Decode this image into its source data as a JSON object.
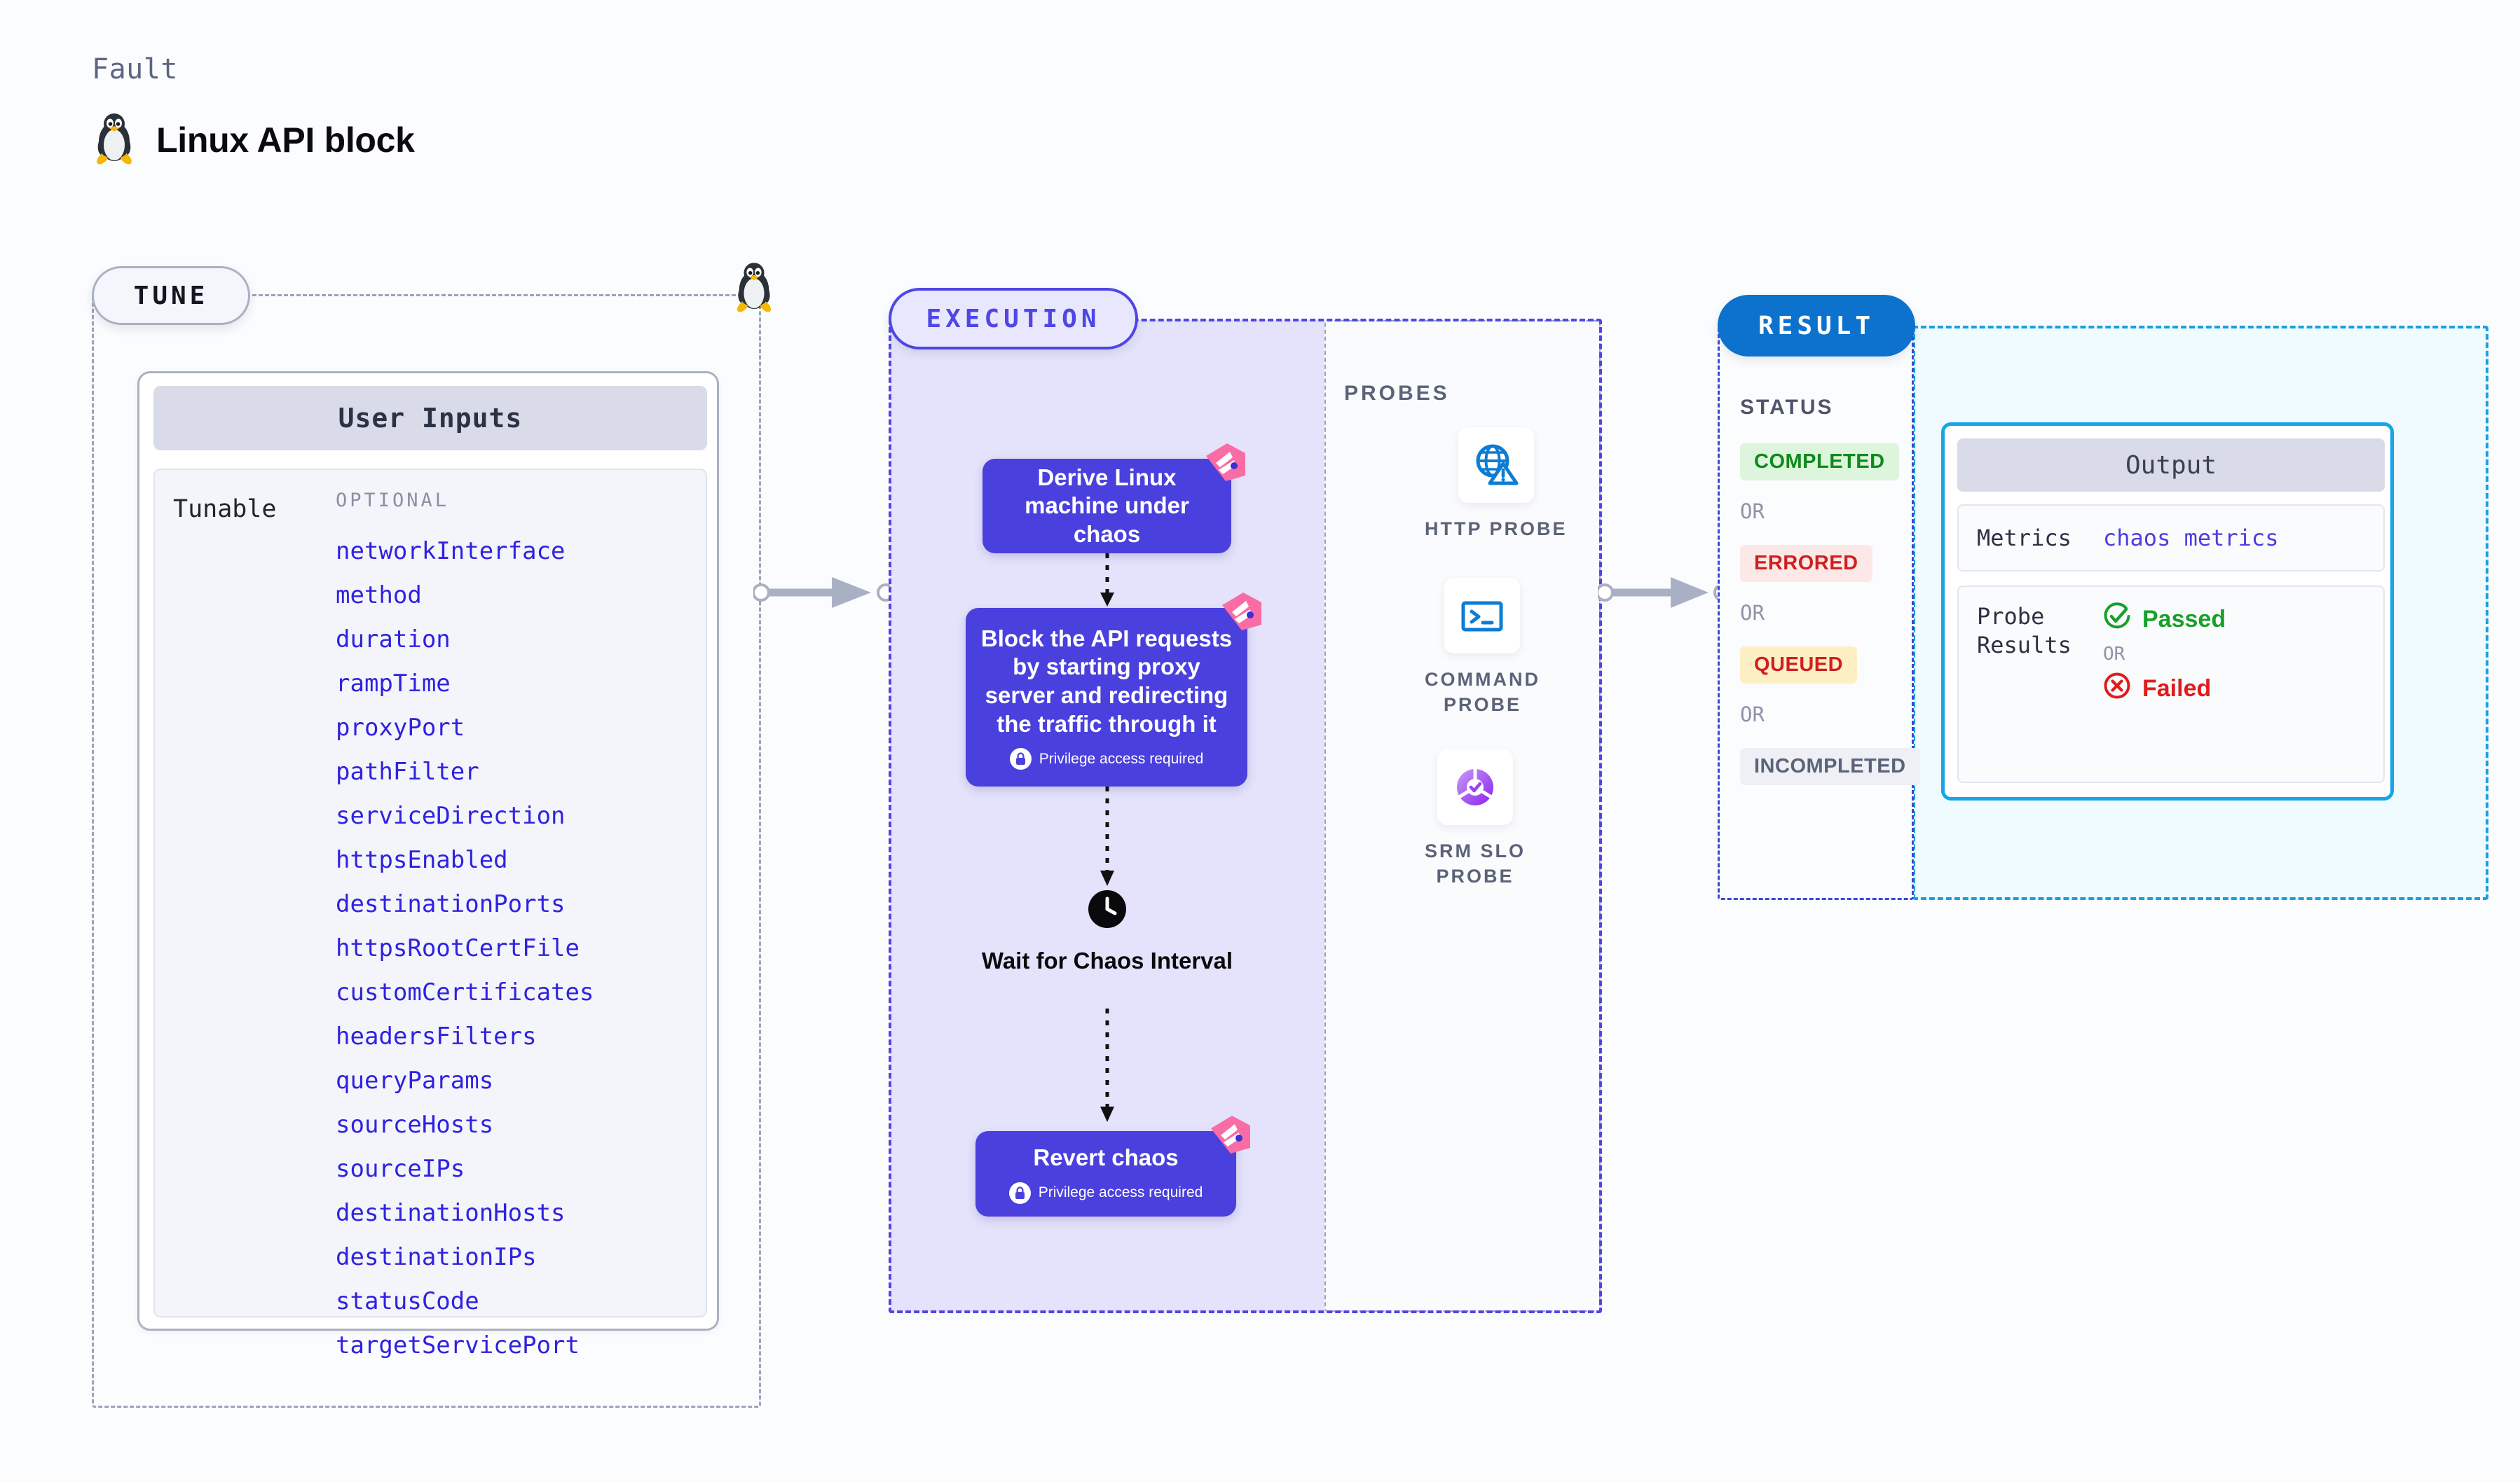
{
  "header": {
    "kicker": "Fault",
    "title": "Linux API block",
    "icon": "linux-penguin-icon"
  },
  "tune": {
    "badge": "TUNE",
    "card_title": "User Inputs",
    "tunable_label": "Tunable",
    "optional_label": "OPTIONAL",
    "params": [
      "networkInterface",
      "method",
      "duration",
      "rampTime",
      "proxyPort",
      "pathFilter",
      "serviceDirection",
      "httpsEnabled",
      "destinationPorts",
      "httpsRootCertFile",
      "customCertificates",
      "headersFilters",
      "queryParams",
      "sourceHosts",
      "sourceIPs",
      "destinationHosts",
      "destinationIPs",
      "statusCode",
      "targetServicePort"
    ]
  },
  "execution": {
    "badge": "EXECUTION",
    "nodes": [
      {
        "label": "Derive Linux machine under chaos",
        "privilege": null,
        "ribbon": true
      },
      {
        "label": "Block the API requests by starting proxy server and redirecting the traffic through it",
        "privilege": "Privilege access required",
        "ribbon": true
      },
      {
        "label": "Revert chaos",
        "privilege": "Privilege access required",
        "ribbon": true
      }
    ],
    "wait_node": {
      "label": "Wait for Chaos Interval",
      "icon": "clock-icon"
    },
    "probes_title": "PROBES",
    "probes": [
      {
        "caption": "HTTP PROBE",
        "icon": "globe-warning-icon"
      },
      {
        "caption": "COMMAND\nPROBE",
        "icon": "terminal-icon"
      },
      {
        "caption": "SRM SLO\nPROBE",
        "icon": "slo-donut-check-icon"
      }
    ]
  },
  "result": {
    "badge": "RESULT",
    "status_title": "STATUS",
    "or_label": "OR",
    "statuses": [
      {
        "label": "COMPLETED",
        "bg": "#dcf5dc",
        "fg": "#0f8a1c"
      },
      {
        "label": "ERRORED",
        "bg": "#fde8e8",
        "fg": "#cf2020"
      },
      {
        "label": "QUEUED",
        "bg": "#fdeec4",
        "fg": "#cf2020"
      },
      {
        "label": "INCOMPLETED",
        "bg": "#eef0f6",
        "fg": "#5b6379"
      }
    ],
    "output": {
      "title": "Output",
      "metrics_key": "Metrics",
      "metrics_value": "chaos metrics",
      "probe_key": "Probe\nResults",
      "passed": "Passed",
      "failed": "Failed",
      "or_label": "OR"
    }
  },
  "colors": {
    "indigo": "#4f46e5",
    "node": "#4a40dd",
    "pink_ribbon": "#fa6ca4",
    "result_blue": "#0c72cd",
    "output_cyan": "#16a6e8",
    "param_blue": "#2f22e0",
    "probe_blue": "#0d7dd4",
    "slo_purple": "#9b42ef",
    "pass_green": "#17a02a",
    "fail_red": "#e01b1b",
    "connector_gray": "#aab0c4"
  }
}
